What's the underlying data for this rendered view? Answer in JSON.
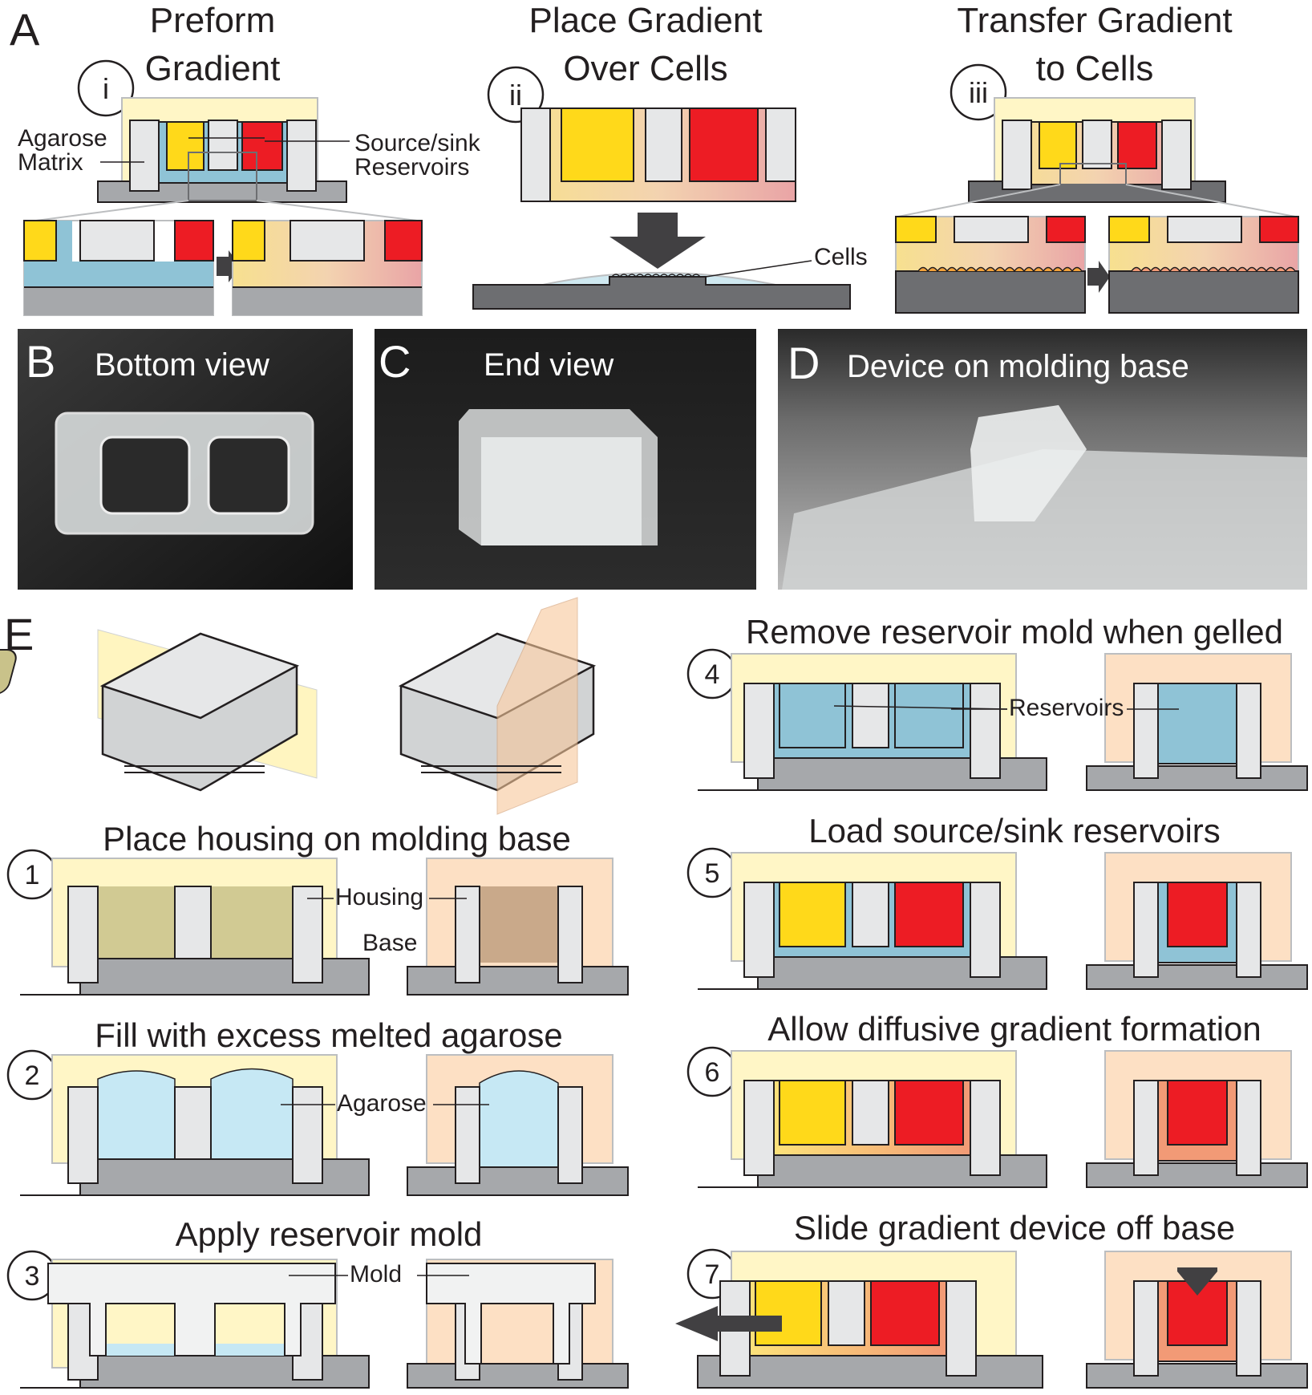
{
  "panel_A": {
    "letter": "A",
    "step_i": {
      "marker": "i",
      "title_line1": "Preform",
      "title_line2": "Gradient",
      "label_matrix_line1": "Agarose",
      "label_matrix_line2": "Matrix",
      "label_reservoirs_line1": "Source/sink",
      "label_reservoirs_line2": "Reservoirs"
    },
    "step_ii": {
      "marker": "ii",
      "title_line1": "Place Gradient",
      "title_line2": "Over Cells",
      "label_cells": "Cells"
    },
    "step_iii": {
      "marker": "iii",
      "title_line1": "Transfer Gradient",
      "title_line2": "to Cells"
    }
  },
  "panel_B": {
    "letter": "B",
    "title": "Bottom view"
  },
  "panel_C": {
    "letter": "C",
    "title": "End view"
  },
  "panel_D": {
    "letter": "D",
    "title": "Device on molding base"
  },
  "panel_E": {
    "letter": "E",
    "steps": [
      {
        "marker": "1",
        "title": "Place housing on molding base"
      },
      {
        "marker": "2",
        "title": "Fill with excess melted agarose"
      },
      {
        "marker": "3",
        "title": "Apply reservoir mold"
      },
      {
        "marker": "4",
        "title": "Remove reservoir mold when gelled"
      },
      {
        "marker": "5",
        "title": "Load source/sink reservoirs"
      },
      {
        "marker": "6",
        "title": "Allow diffusive gradient formation"
      },
      {
        "marker": "7",
        "title": "Slide gradient device off base"
      }
    ],
    "labels": {
      "housing": "Housing",
      "base": "Base",
      "agarose": "Agarose",
      "mold": "Mold",
      "reservoirs": "Reservoirs"
    }
  },
  "colors": {
    "yellow": "#ffd91a",
    "red": "#ed1c24",
    "blue": "#8fc3d6",
    "light_blue": "#c6e8f4",
    "housing": "#e6e7e8",
    "base": "#a6a8ab",
    "dark_base": "#6d6e71",
    "plane_yellow": "#fff6c6",
    "plane_orange": "#fde0c4",
    "outline": "#231f20"
  }
}
